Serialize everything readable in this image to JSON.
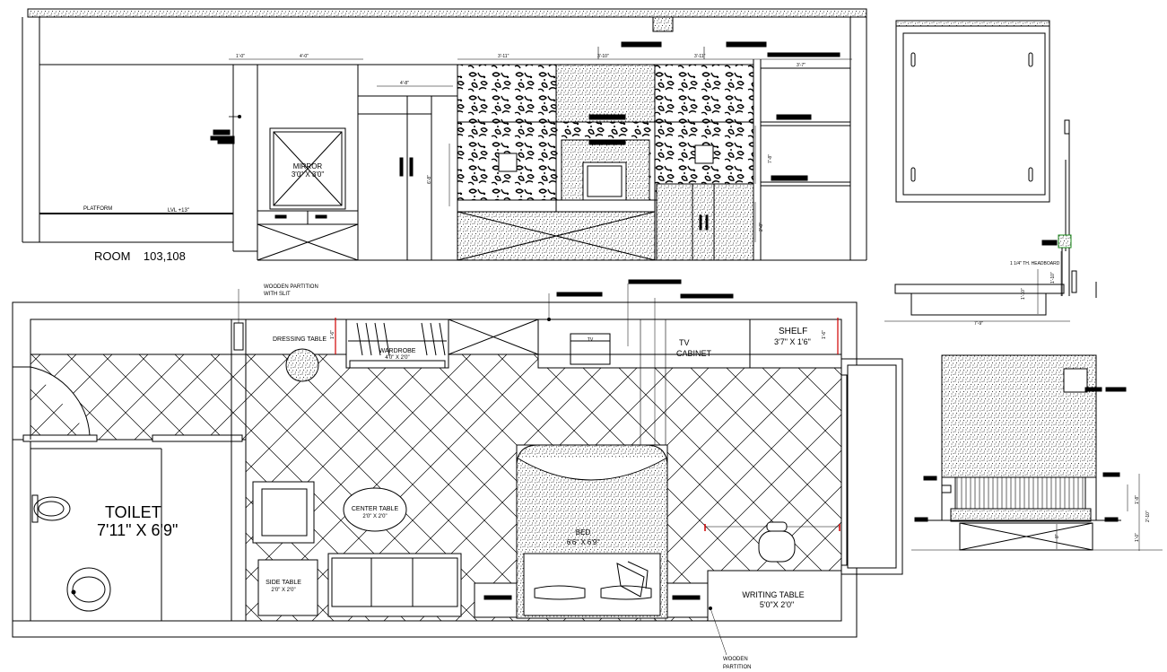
{
  "elevation": {
    "room_label": "ROOM    103,108",
    "platform_label": "PLATFORM",
    "level_label": "LVL +13\"",
    "mirror_label": "MIRROR",
    "mirror_size": "3'0\" X 3'0\"",
    "dims": {
      "d1": "1'-0\"",
      "d2": "4'-0\"",
      "d3": "4'-8\"",
      "d4": "3'-11\"",
      "d5": "3'-10\"",
      "d6": "3'-11\"",
      "d7": "3'-7\"",
      "v1": "6'-8\"",
      "v2": "7'-8\"",
      "v3": "2'-8\""
    }
  },
  "plan": {
    "partition_top": [
      "WOODEN PARTITION",
      "WITH SLIT"
    ],
    "dressing_table": "DRESSING TABLE",
    "wardrobe": "WARDROBE",
    "wardrobe_size": "4'0\" X 2'0\"",
    "tv_label": "TV",
    "tv_cabinet": "CABINET",
    "shelf": "SHELF",
    "shelf_size": "3'7\" X 1'6\"",
    "toilet": "TOILET",
    "toilet_size": "7'11\" X 6'9\"",
    "center_table": "CENTER TABLE",
    "center_table_size": "2'0\" X 2'0\"",
    "side_table": "SIDE TABLE",
    "side_table_size": "2'0\" X 2'0\"",
    "bed": "BED",
    "bed_size": "6'6\" X 6'9\"",
    "writing_table": "WRITING TABLE",
    "writing_table_size": "5'0\"X 2'0\"",
    "partition_bottom": [
      "WOODEN",
      "PARTITION"
    ],
    "dims": {
      "left": "1'-6\"",
      "right": "1'-6\""
    }
  },
  "side_section": {
    "width_dim": "7'-9\"",
    "dim_a": "1'-10\"",
    "dim_b": "1'-10\"",
    "note": "1 1/4\" TH. HEADBOARD"
  },
  "front_elevation": {
    "dim_a": "1'-8\"",
    "dim_b": "2'-10\"",
    "dim_c": "1'-0\"",
    "dim_d": "8\""
  },
  "colors": {
    "line": "#000000",
    "background": "#ffffff"
  }
}
